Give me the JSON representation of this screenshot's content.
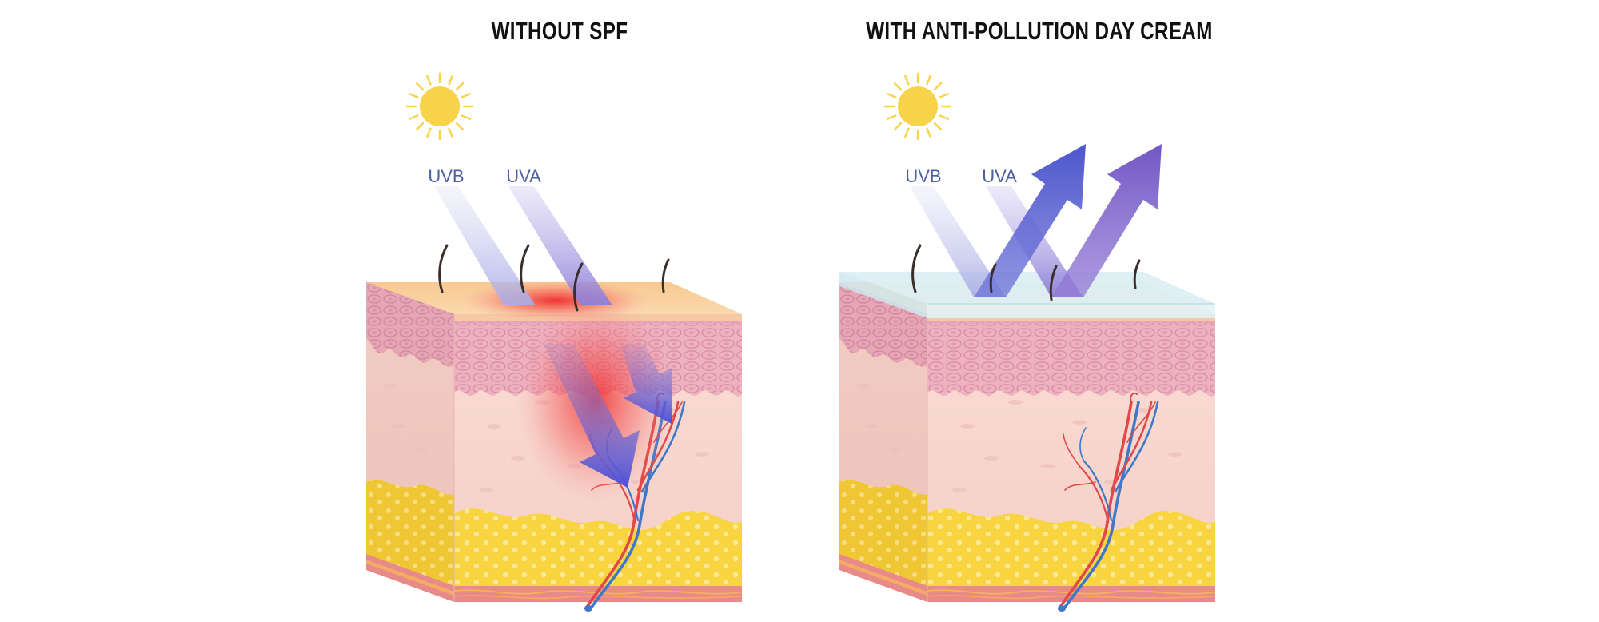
{
  "panels": [
    {
      "title": "WITHOUT SPF",
      "labels": {
        "uvb": "UVB",
        "uva": "UVA"
      }
    },
    {
      "title": "WITH ANTI-POLLUTION DAY CREAM",
      "labels": {
        "uvb": "UVB",
        "uva": "UVA"
      }
    }
  ],
  "colors": {
    "sun": "#F7D34A",
    "uvb_ray": "#C9CDEE",
    "uva_ray": "#A69CE0",
    "penetrating_arrow": "#5A5AD6",
    "reflected_uvb": "#5B63D0",
    "reflected_uva": "#7B63CC",
    "burn": "#F03A3A",
    "label": "#4D5FA3",
    "epidermis": "#EDB0BF",
    "dermis": "#F6D3CC",
    "fat": "#F8D43E",
    "cream_film": "#D8ECF2"
  }
}
